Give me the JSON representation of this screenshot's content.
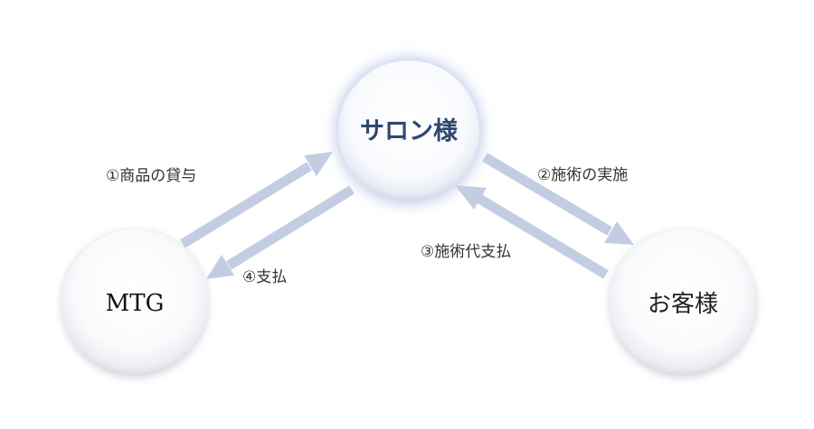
{
  "nodes": {
    "salon": {
      "label": "サロン様",
      "color": "#2f4770"
    },
    "mtg": {
      "label": "MTG",
      "color": "#111111"
    },
    "customer": {
      "label": "お客様",
      "color": "#222222"
    }
  },
  "edges": {
    "lend": {
      "label": "①商品の貸与"
    },
    "treatment": {
      "label": "②施術の実施"
    },
    "treatment_payment": {
      "label": "③施術代支払"
    },
    "payment": {
      "label": "④支払"
    }
  },
  "colors": {
    "arrow": "#c3cde2",
    "node_edge": "#d0d3dc",
    "salon_glow": "#c7d0ea"
  }
}
